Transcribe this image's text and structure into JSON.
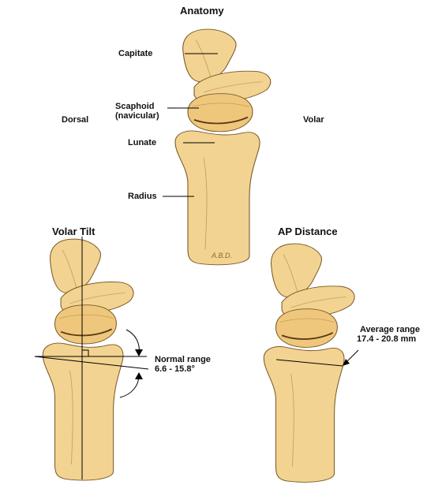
{
  "anatomy": {
    "title": "Anatomy",
    "labels": {
      "capitate": "Capitate",
      "scaphoid_line1": "Scaphoid",
      "scaphoid_line2": "(navicular)",
      "lunate": "Lunate",
      "radius": "Radius",
      "dorsal": "Dorsal",
      "volar": "Volar"
    },
    "signature": "A.B.D."
  },
  "volar_tilt": {
    "title": "Volar Tilt",
    "note_line1": "Normal range",
    "note_line2": "6.6 - 15.8°"
  },
  "ap_distance": {
    "title": "AP Distance",
    "note_line1": "Average range",
    "note_line2": "17.4 - 20.8 mm"
  },
  "colors": {
    "bone_fill": "#f3d391",
    "bone_outline": "#7a5a2a",
    "joint_line": "#5a3b12"
  }
}
